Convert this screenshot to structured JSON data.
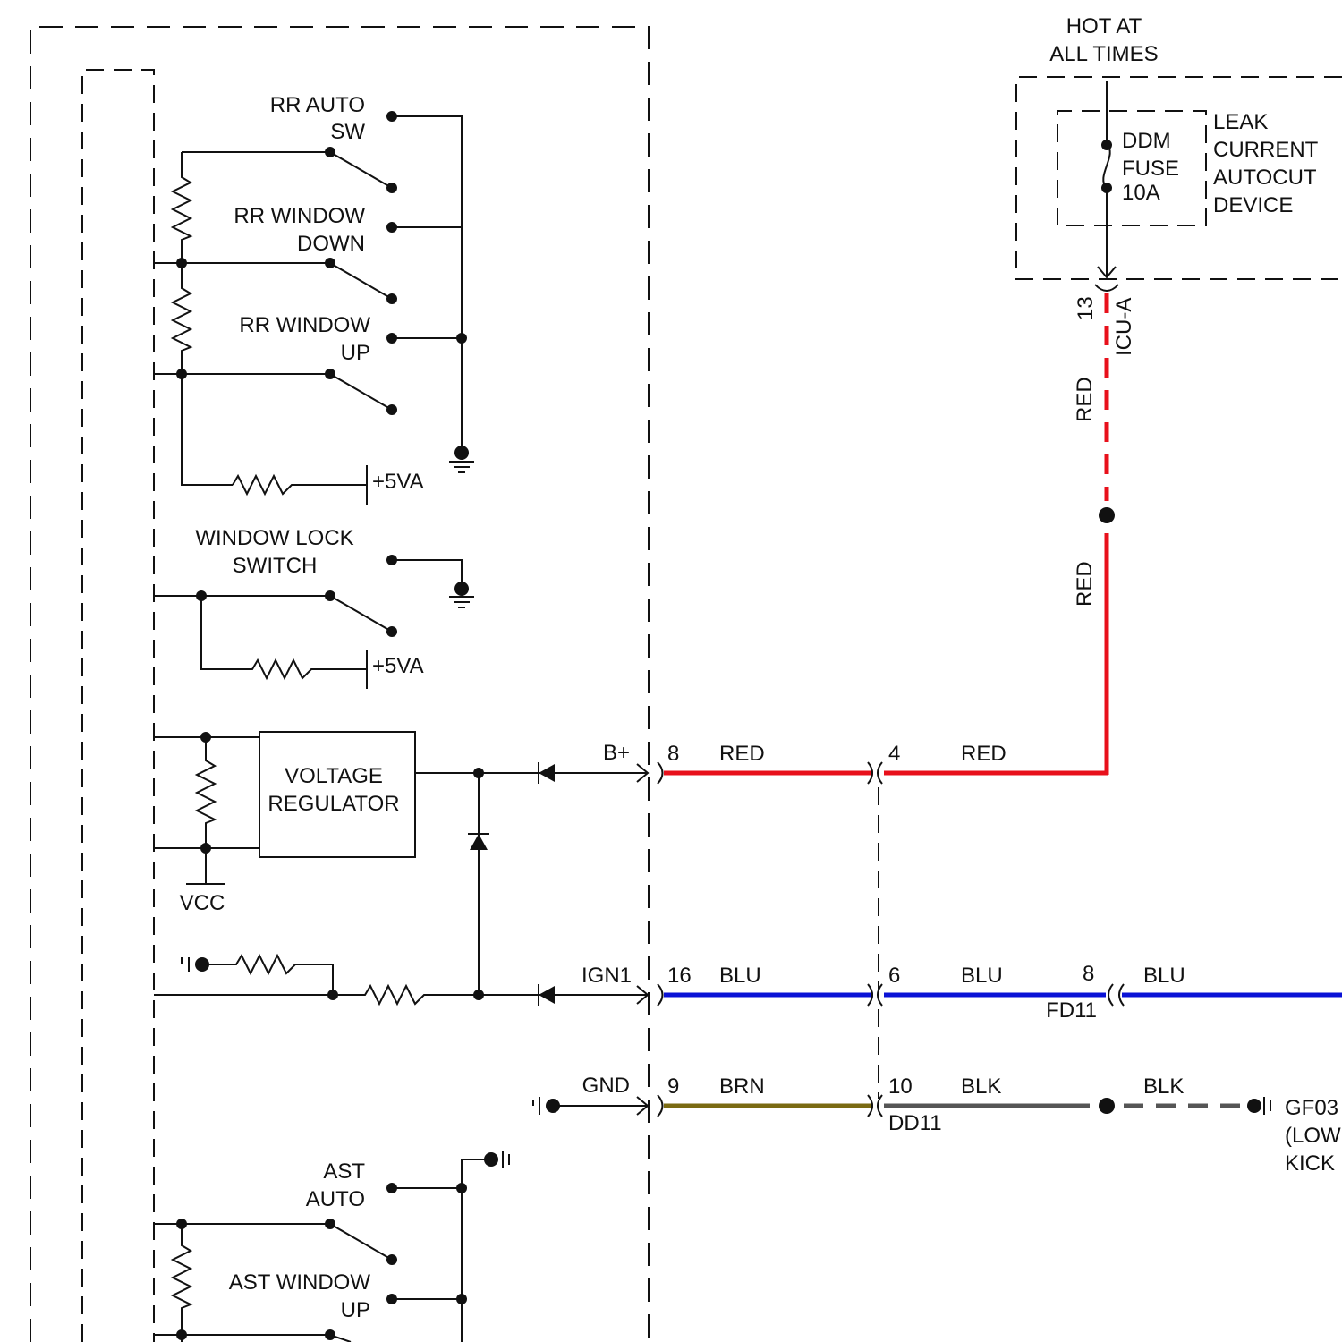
{
  "colors": {
    "red_wire": "#e8101b",
    "blue_wire": "#0a12d6",
    "brown_wire": "#7a6a12",
    "black_wire": "#555555",
    "line": "#111111"
  },
  "labels": {
    "hot_line1": "HOT AT",
    "hot_line2": "ALL TIMES",
    "device_line1": "LEAK",
    "device_line2": "CURRENT",
    "device_line3": "AUTOCUT",
    "device_line4": "DEVICE",
    "fuse_line1": "DDM",
    "fuse_line2": "FUSE",
    "fuse_line3": "10A",
    "icu_pin": "13",
    "icu_connector": "ICU-A",
    "rr_auto_1": "RR AUTO",
    "rr_auto_2": "SW",
    "rr_down_1": "RR WINDOW",
    "rr_down_2": "DOWN",
    "rr_up_1": "RR WINDOW",
    "rr_up_2": "UP",
    "plus5va_1": "+5VA",
    "lock_1": "WINDOW LOCK",
    "lock_2": "SWITCH",
    "plus5va_2": "+5VA",
    "vreg_1": "VOLTAGE",
    "vreg_2": "REGULATOR",
    "vcc": "VCC",
    "b_plus": "B+",
    "ign1": "IGN1",
    "gnd": "GND",
    "ast_auto_1": "AST",
    "ast_auto_2": "AUTO",
    "ast_up_1": "AST WINDOW",
    "ast_up_2": "UP"
  },
  "wires": {
    "bplus_pin_a": "8",
    "bplus_color_a": "RED",
    "bplus_pin_b": "4",
    "bplus_color_b": "RED",
    "vert_red_upper": "RED",
    "vert_red_lower": "RED",
    "ign_pin_a": "16",
    "ign_color_a": "BLU",
    "ign_pin_b": "6",
    "ign_color_b": "BLU",
    "ign_pin_c": "8",
    "ign_color_c": "BLU",
    "ign_connector": "FD11",
    "gnd_pin_a": "9",
    "gnd_color_a": "BRN",
    "gnd_pin_b": "10",
    "gnd_color_b": "BLK",
    "gnd_color_c": "BLK",
    "gnd_connector": "DD11",
    "ground_id_1": "GF03",
    "ground_id_2": "(LOW",
    "ground_id_3": "KICK"
  }
}
